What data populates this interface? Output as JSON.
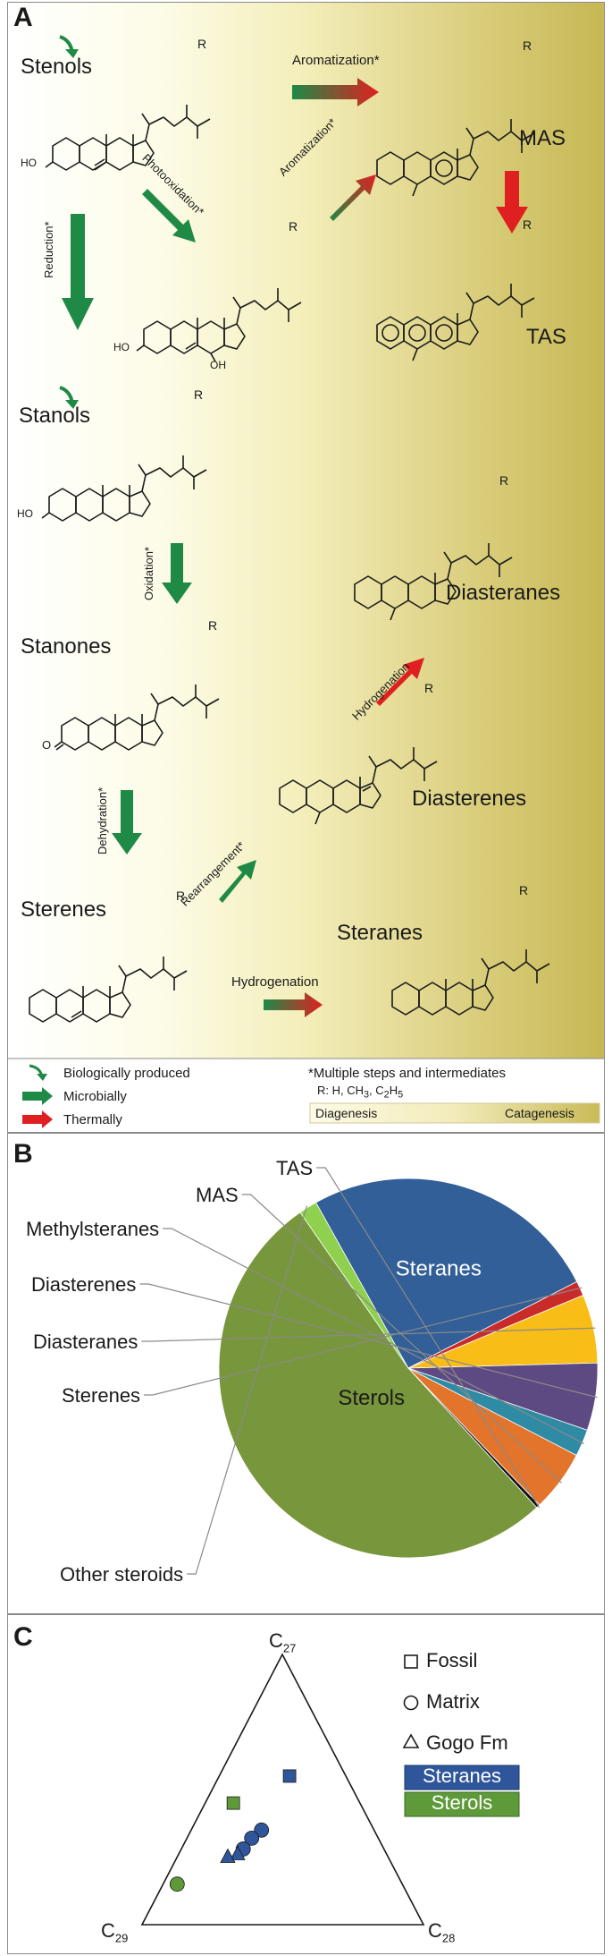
{
  "panelA": {
    "letter": "A",
    "compounds": {
      "stenols": "Stenols",
      "stanols": "Stanols",
      "stanones": "Stanones",
      "sterenes": "Sterenes",
      "mas": "MAS",
      "tas": "TAS",
      "diasteranes": "Diasteranes",
      "diasterenes": "Diasterenes",
      "steranes": "Steranes"
    },
    "processes": {
      "aromatization_top": "Aromatization*",
      "aromatization_diag": "Aromatization*",
      "photooxidation": "Photooxidation*",
      "reduction": "Reduction*",
      "oxidation": "Oxidation*",
      "dehydration": "Dehydration*",
      "rearrangement": "Rearrangement*",
      "hydrogenation_diag": "Hydrogenation",
      "hydrogenation_bottom": "Hydrogenation"
    },
    "atoms": {
      "r": "R",
      "ho": "HO",
      "oh": "OH",
      "o": "O"
    },
    "legend": {
      "biological": "Biologically produced",
      "microbial": "Microbially",
      "thermal": "Thermally",
      "note": "*Multiple steps and intermediates",
      "r_prefix": "R: H, CH",
      "r_sub1": "3",
      "r_mid": ", C",
      "r_sub2": "2",
      "r_h": "H",
      "r_sub3": "5",
      "diagenesis": "Diagenesis",
      "catagenesis": "Catagenesis"
    },
    "colors": {
      "microbial": "#1e8a45",
      "thermal": "#e02020",
      "diagenesis": "#fdfbe6",
      "catagenesis": "#c9bb58"
    }
  },
  "panelB": {
    "letter": "B",
    "chart_data": {
      "type": "pie",
      "slices": [
        {
          "name": "Sterols",
          "value": 50.0,
          "color": "#78963c"
        },
        {
          "name": "Other steroids",
          "value": 1.5,
          "color": "#8fd04e"
        },
        {
          "name": "Steranes",
          "value": 24.5,
          "color": "#325f98"
        },
        {
          "name": "Sterenes",
          "value": 1.2,
          "color": "#c92a2a"
        },
        {
          "name": "Diasteranes",
          "value": 5.6,
          "color": "#f8bd16"
        },
        {
          "name": "Diasterenes",
          "value": 5.5,
          "color": "#5e4a82"
        },
        {
          "name": "Methylsteranes",
          "value": 2.2,
          "color": "#2f8aa3"
        },
        {
          "name": "MAS",
          "value": 5.0,
          "color": "#e2742c"
        },
        {
          "name": "TAS",
          "value": 0.3,
          "color": "#111111"
        }
      ]
    }
  },
  "panelC": {
    "letter": "C",
    "vertex_top": {
      "main": "C",
      "sub": "27"
    },
    "vertex_left": {
      "main": "C",
      "sub": "29"
    },
    "vertex_right": {
      "main": "C",
      "sub": "28"
    },
    "legend": {
      "fossil": "Fossil",
      "matrix": "Matrix",
      "gogo": "Gogo Fm",
      "steranes": "Steranes",
      "sterols": "Sterols"
    },
    "colors": {
      "steranes": "#2f559a",
      "sterols": "#5f9a3a"
    },
    "chart_data": {
      "type": "ternary",
      "axes": [
        "C27",
        "C28",
        "C29"
      ],
      "points": [
        {
          "kind": "Fossil",
          "group": "Steranes",
          "c27": 0.55,
          "c28": 0.25,
          "c29": 0.2
        },
        {
          "kind": "Fossil",
          "group": "Sterols",
          "c27": 0.45,
          "c28": 0.1,
          "c29": 0.45
        },
        {
          "kind": "Matrix",
          "group": "Steranes",
          "c27": 0.35,
          "c28": 0.25,
          "c29": 0.4
        },
        {
          "kind": "Matrix",
          "group": "Steranes",
          "c27": 0.32,
          "c28": 0.23,
          "c29": 0.45
        },
        {
          "kind": "Matrix",
          "group": "Steranes",
          "c27": 0.28,
          "c28": 0.22,
          "c29": 0.5
        },
        {
          "kind": "Matrix",
          "group": "Sterols",
          "c27": 0.15,
          "c28": 0.05,
          "c29": 0.8
        },
        {
          "kind": "Gogo Fm",
          "group": "Steranes",
          "c27": 0.26,
          "c28": 0.21,
          "c29": 0.53
        },
        {
          "kind": "Gogo Fm",
          "group": "Steranes",
          "c27": 0.25,
          "c28": 0.18,
          "c29": 0.57
        }
      ]
    }
  }
}
